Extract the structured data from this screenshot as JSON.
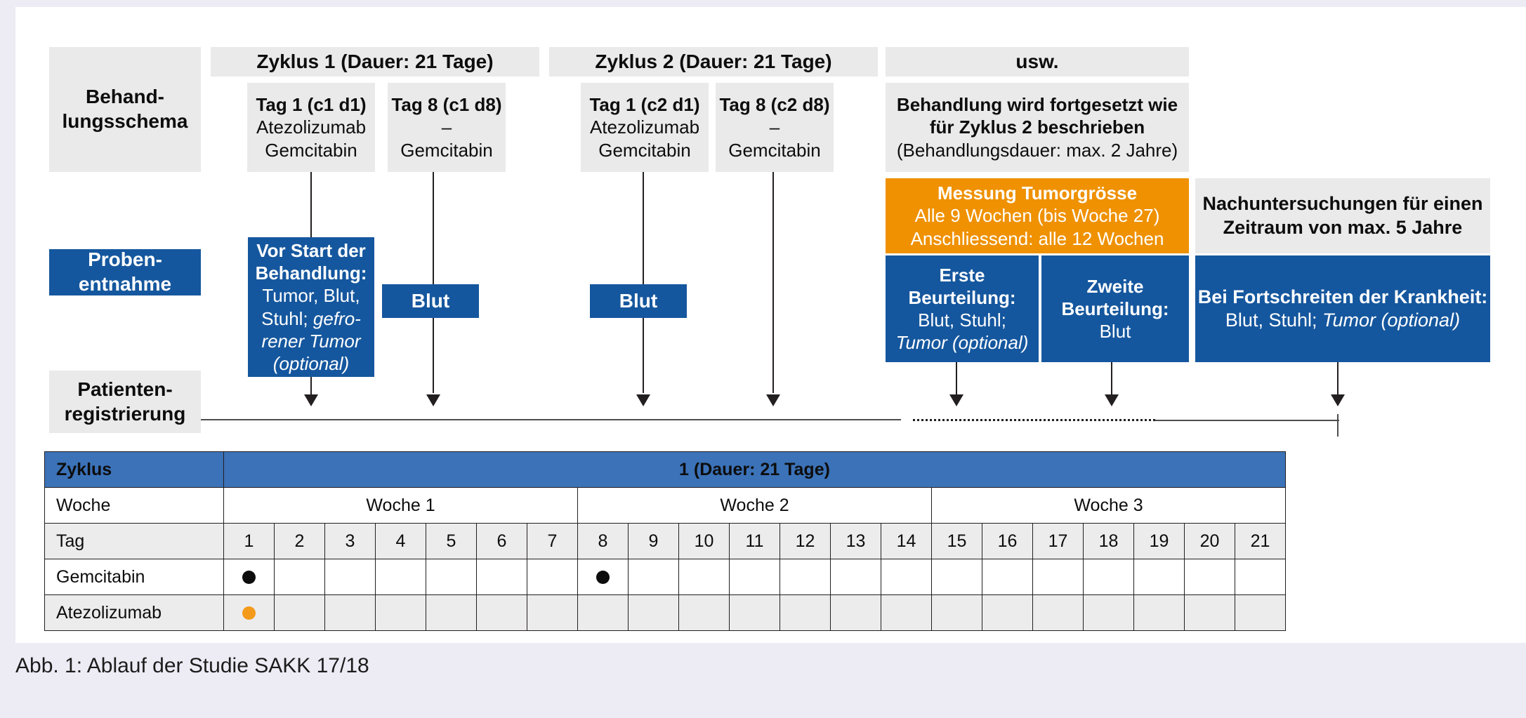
{
  "caption": "Abb. 1: Ablauf der Studie SAKK 17/18",
  "colors": {
    "blue": "#15579e",
    "orange": "#ef9100",
    "gray": "#eaeaea",
    "table_header_blue": "#3b72b8",
    "page_background": "#edecf5"
  },
  "row_labels": {
    "treatment_scheme": "Behand-\nlungsschema",
    "treatment_scheme_line1": "Behand-",
    "treatment_scheme_line2": "lungsschema",
    "sampling_line1": "Proben-",
    "sampling_line2": "entnahme",
    "registration_line1": "Patienten-",
    "registration_line2": "registrierung"
  },
  "cycles": [
    {
      "id": "cycle1",
      "header": "Zyklus 1 (Dauer: 21 Tage)"
    },
    {
      "id": "cycle2",
      "header": "Zyklus 2 (Dauer: 21 Tage)"
    },
    {
      "id": "etc",
      "header": "usw."
    }
  ],
  "treatment_days": [
    {
      "id": "c1d1",
      "title": "Tag 1 (c1 d1)",
      "drug1": "Atezolizumab",
      "drug2": "Gemcitabin"
    },
    {
      "id": "c1d8",
      "title": "Tag 8 (c1 d8)",
      "drug1": "–",
      "drug2": "Gemcitabin"
    },
    {
      "id": "c2d1",
      "title": "Tag 1 (c2 d1)",
      "drug1": "Atezolizumab",
      "drug2": "Gemcitabin"
    },
    {
      "id": "c2d8",
      "title": "Tag 8 (c2 d8)",
      "drug1": "–",
      "drug2": "Gemcitabin"
    }
  ],
  "continuation": {
    "line1": "Behandlung wird fortgesetzt wie",
    "line2": "für Zyklus 2 beschrieben",
    "line3": "(Behandlungsdauer: max. 2 Jahre)"
  },
  "tumor_measurement": {
    "title": "Messung Tumorgrösse",
    "line2": "Alle 9 Wochen (bis Woche 27)",
    "line3": "Anschliessend: alle 12 Wochen"
  },
  "followup": {
    "line1": "Nachuntersuchungen für einen",
    "line2": "Zeitraum von max. 5 Jahre"
  },
  "samples": {
    "before_start": {
      "title_line1": "Vor Start der",
      "title_line2": "Behandlung:",
      "line3": "Tumor, Blut,",
      "line4_plain": "Stuhl;",
      "line4_italic": " gefro-",
      "line5_italic": "rener Tumor",
      "line6_italic": "(optional)"
    },
    "blood_c1d8": "Blut",
    "blood_c2d1": "Blut",
    "first_assessment": {
      "title_line1": "Erste",
      "title_line2": "Beurteilung:",
      "line3": "Blut, Stuhl;",
      "line4_italic": "Tumor (optional)"
    },
    "second_assessment": {
      "title_line1": "Zweite",
      "title_line2": "Beurteilung:",
      "line3": "Blut"
    },
    "progression": {
      "title": "Bei Fortschreiten der Krankheit:",
      "line2_plain": "Blut, Stuhl; ",
      "line2_italic": "Tumor (optional)"
    }
  },
  "schedule_table": {
    "rows": {
      "cycle_label": "Zyklus",
      "cycle_value": "1 (Dauer: 21 Tage)",
      "week_label": "Woche",
      "weeks": [
        "Woche 1",
        "Woche 2",
        "Woche 3"
      ],
      "day_label": "Tag",
      "days": [
        "1",
        "2",
        "3",
        "4",
        "5",
        "6",
        "7",
        "8",
        "9",
        "10",
        "11",
        "12",
        "13",
        "14",
        "15",
        "16",
        "17",
        "18",
        "19",
        "20",
        "21"
      ],
      "gemcitabin_label": "Gemcitabin",
      "gemcitabin_days": [
        1,
        8
      ],
      "atezolizumab_label": "Atezolizumab",
      "atezolizumab_days": [
        1
      ]
    }
  }
}
